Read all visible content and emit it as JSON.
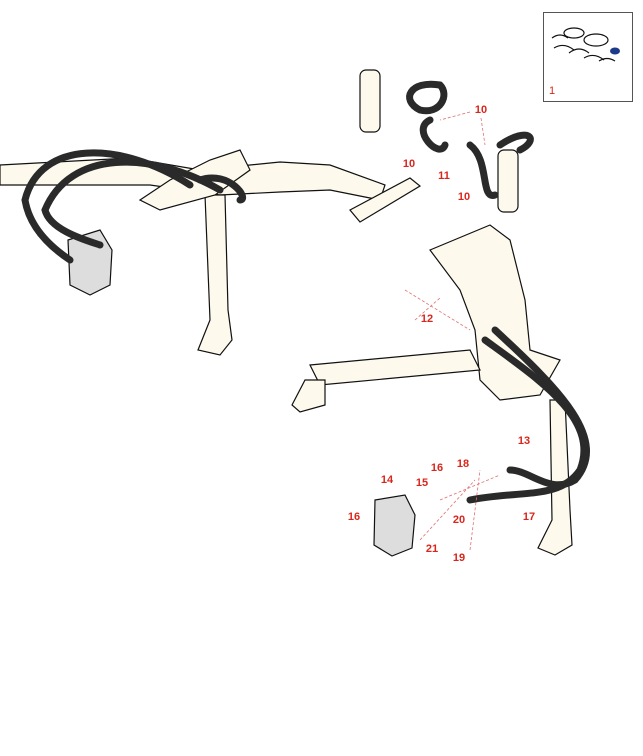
{
  "diagram": {
    "inset": {
      "label": "1"
    },
    "callouts": [
      "10",
      "10",
      "11",
      "10",
      "12",
      "13",
      "14",
      "16",
      "18",
      "15",
      "16",
      "20",
      "17",
      "21",
      "19"
    ],
    "colors": {
      "callout": "#d9261c",
      "hose": "#2a2a2a",
      "frame_fill": "#fdf9ec",
      "outline": "#111111"
    }
  }
}
